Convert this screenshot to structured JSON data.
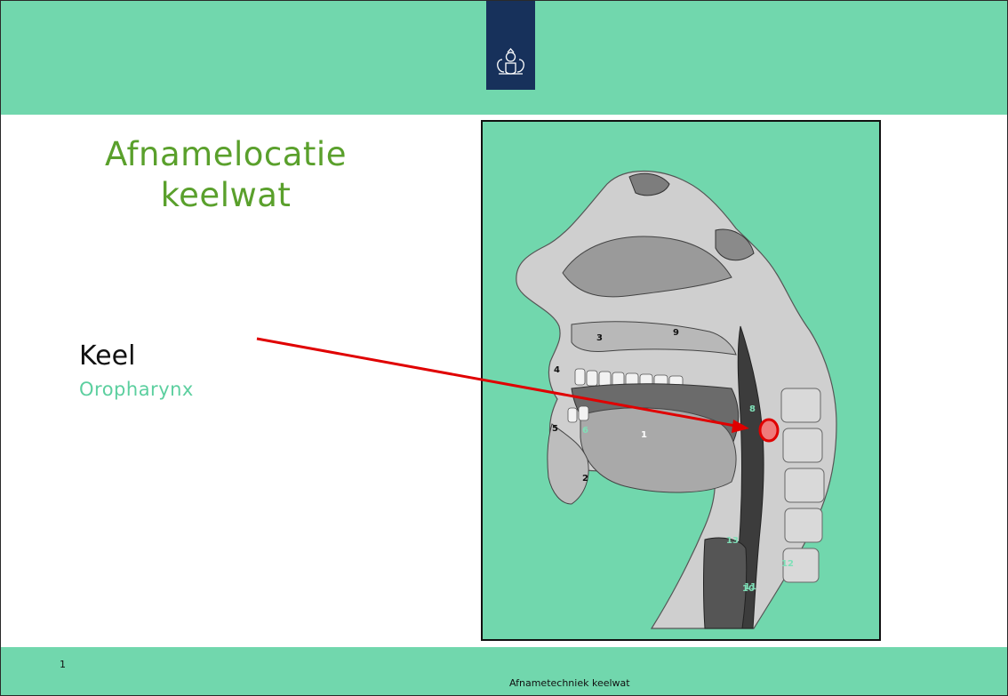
{
  "slide": {
    "title_line1": "Afnamelocatie",
    "title_line2": "keelwat",
    "label_main": "Keel",
    "label_sub": "Oropharynx",
    "page_number": "1",
    "footer": "Afnametechniek keelwat"
  },
  "figure": {
    "numbers": [
      "1",
      "2",
      "3",
      "4",
      "5",
      "6",
      "8",
      "9",
      "10",
      "11",
      "12",
      "13"
    ]
  },
  "colors": {
    "header_green": "#71d7ad",
    "logo_navy": "#17315b",
    "title_green": "#5aa02c",
    "subtitle_mint": "#5ccf9f",
    "arrow_red": "#e00000"
  }
}
